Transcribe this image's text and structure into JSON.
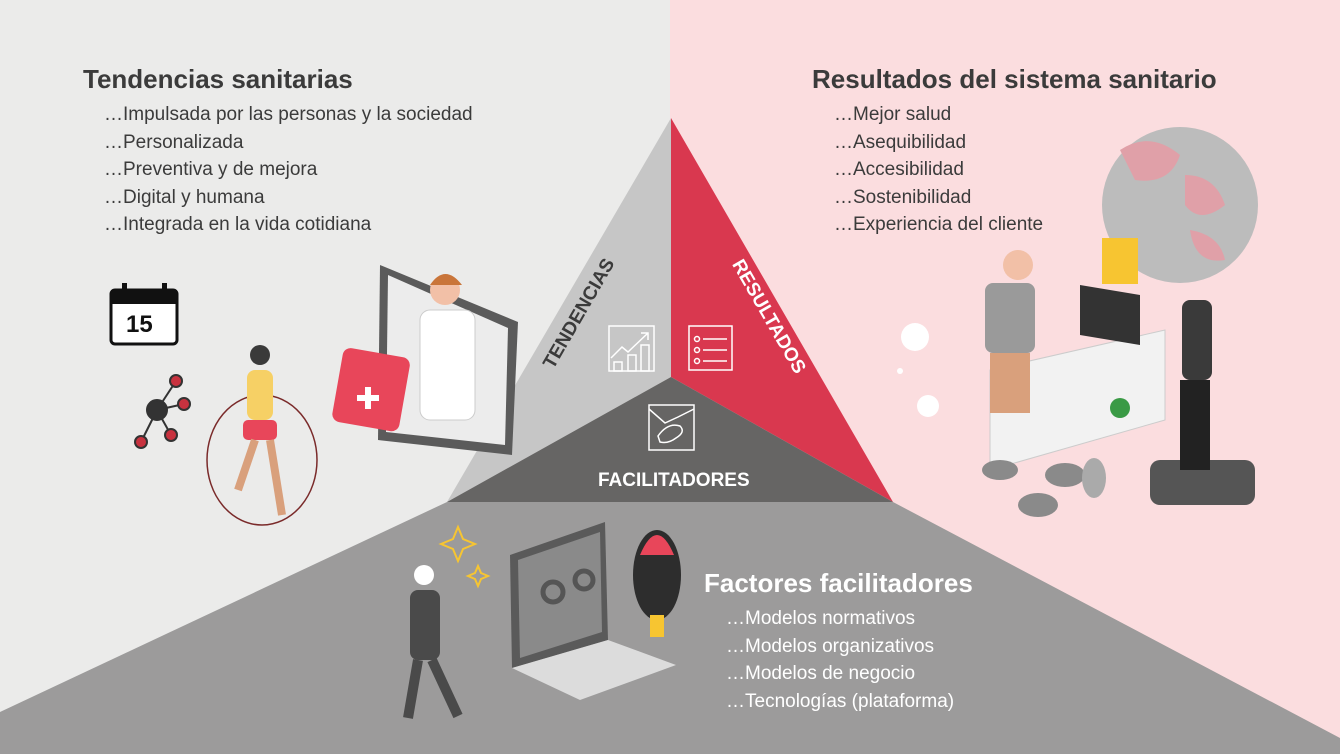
{
  "trends": {
    "title": "Tendencias sanitarias",
    "items": [
      "…Impulsada por las personas y la sociedad",
      "…Personalizada",
      "…Preventiva y de mejora",
      "…Digital y humana",
      "…Integrada en la vida cotidiana"
    ]
  },
  "results": {
    "title": "Resultados del sistema sanitario",
    "items": [
      "…Mejor salud",
      "…Asequibilidad",
      "…Accesibilidad",
      "…Sostenibilidad",
      "…Experiencia del cliente"
    ]
  },
  "enablers": {
    "title": "Factores facilitadores",
    "items": [
      "…Modelos normativos",
      "…Modelos organizativos",
      "…Modelos de negocio",
      "…Tecnologías (plataforma)"
    ]
  },
  "triangle": {
    "trends_label": "TENDENCIAS",
    "results_label": "RESULTADOS",
    "enablers_label": "FACILITADORES"
  },
  "calendar_day": "15",
  "colors": {
    "left_bg": "#ebebea",
    "right_bg": "#fbdddf",
    "bottom_bg": "#9c9b9b",
    "trends": "#c6c6c6",
    "results": "#d9384f",
    "enablers": "#666564"
  }
}
